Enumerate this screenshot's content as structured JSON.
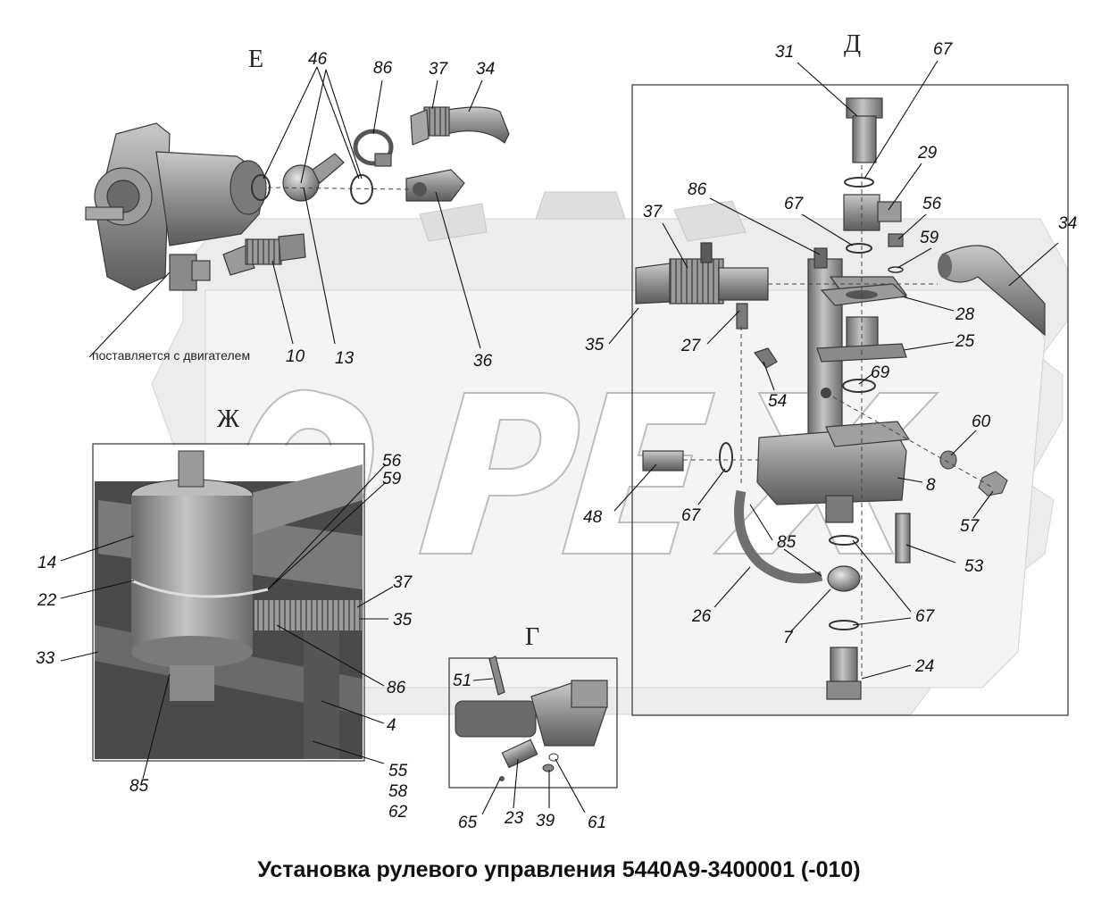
{
  "title": "Установка рулевого управления 5440А9-3400001 (-010)",
  "watermark": "OPEX",
  "note": "поставляется с двигателем",
  "sections": {
    "E": "Е",
    "D": "Д",
    "ZH": "Ж",
    "G": "Г"
  },
  "callouts": {
    "c46": "46",
    "c86a": "86",
    "c37a": "37",
    "c34a": "34",
    "c10": "10",
    "c13": "13",
    "c36": "36",
    "c31": "31",
    "c67a": "67",
    "c29": "29",
    "c86b": "86",
    "c37b": "37",
    "c67b": "67",
    "c56a": "56",
    "c59a": "59",
    "c34b": "34",
    "c28": "28",
    "c25": "25",
    "c35a": "35",
    "c27": "27",
    "c54": "54",
    "c69": "69",
    "c60": "60",
    "c48": "48",
    "c67c": "67",
    "c8": "8",
    "c57": "57",
    "c85a": "85",
    "c53": "53",
    "c26": "26",
    "c67d": "67",
    "c7": "7",
    "c24": "24",
    "c56b": "56",
    "c59b": "59",
    "c14": "14",
    "c22": "22",
    "c37c": "37",
    "c35b": "35",
    "c33": "33",
    "c86c": "86",
    "c4": "4",
    "c85b": "85",
    "c55": "55",
    "c58": "58",
    "c62": "62",
    "c51": "51",
    "c65": "65",
    "c23": "23",
    "c39": "39",
    "c61": "61"
  },
  "colors": {
    "part": "#8c8c8c",
    "part_dark": "#5a5a5a",
    "watermark": "#d9d9d9",
    "text": "#111111"
  }
}
